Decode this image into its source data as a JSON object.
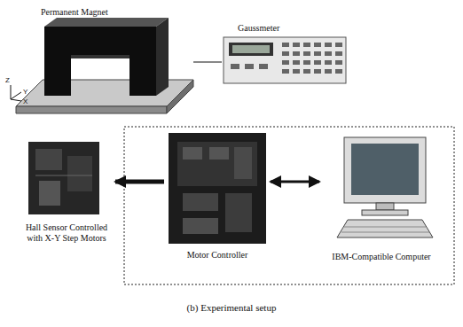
{
  "diagram": {
    "caption": "(b) Experimental setup",
    "nodes": [
      {
        "text": [
          "Permanent Magnet"
        ]
      },
      {
        "text": [
          "Gaussmeter"
        ]
      },
      {
        "text": [
          "Hall Sensor Controlled with X-Y Step Motors"
        ]
      },
      {
        "text": [
          "Motor Controller"
        ]
      },
      {
        "text": [
          "IBM-Compatible Computer"
        ]
      }
    ],
    "edges": [
      {
        "from": 0,
        "to": 1,
        "arrow": "none"
      },
      {
        "from": 3,
        "to": 2,
        "arrow": "to"
      },
      {
        "from": 3,
        "to": 4,
        "arrow": "both"
      }
    ],
    "labels": [
      "Z",
      "Y",
      "X"
    ]
  }
}
